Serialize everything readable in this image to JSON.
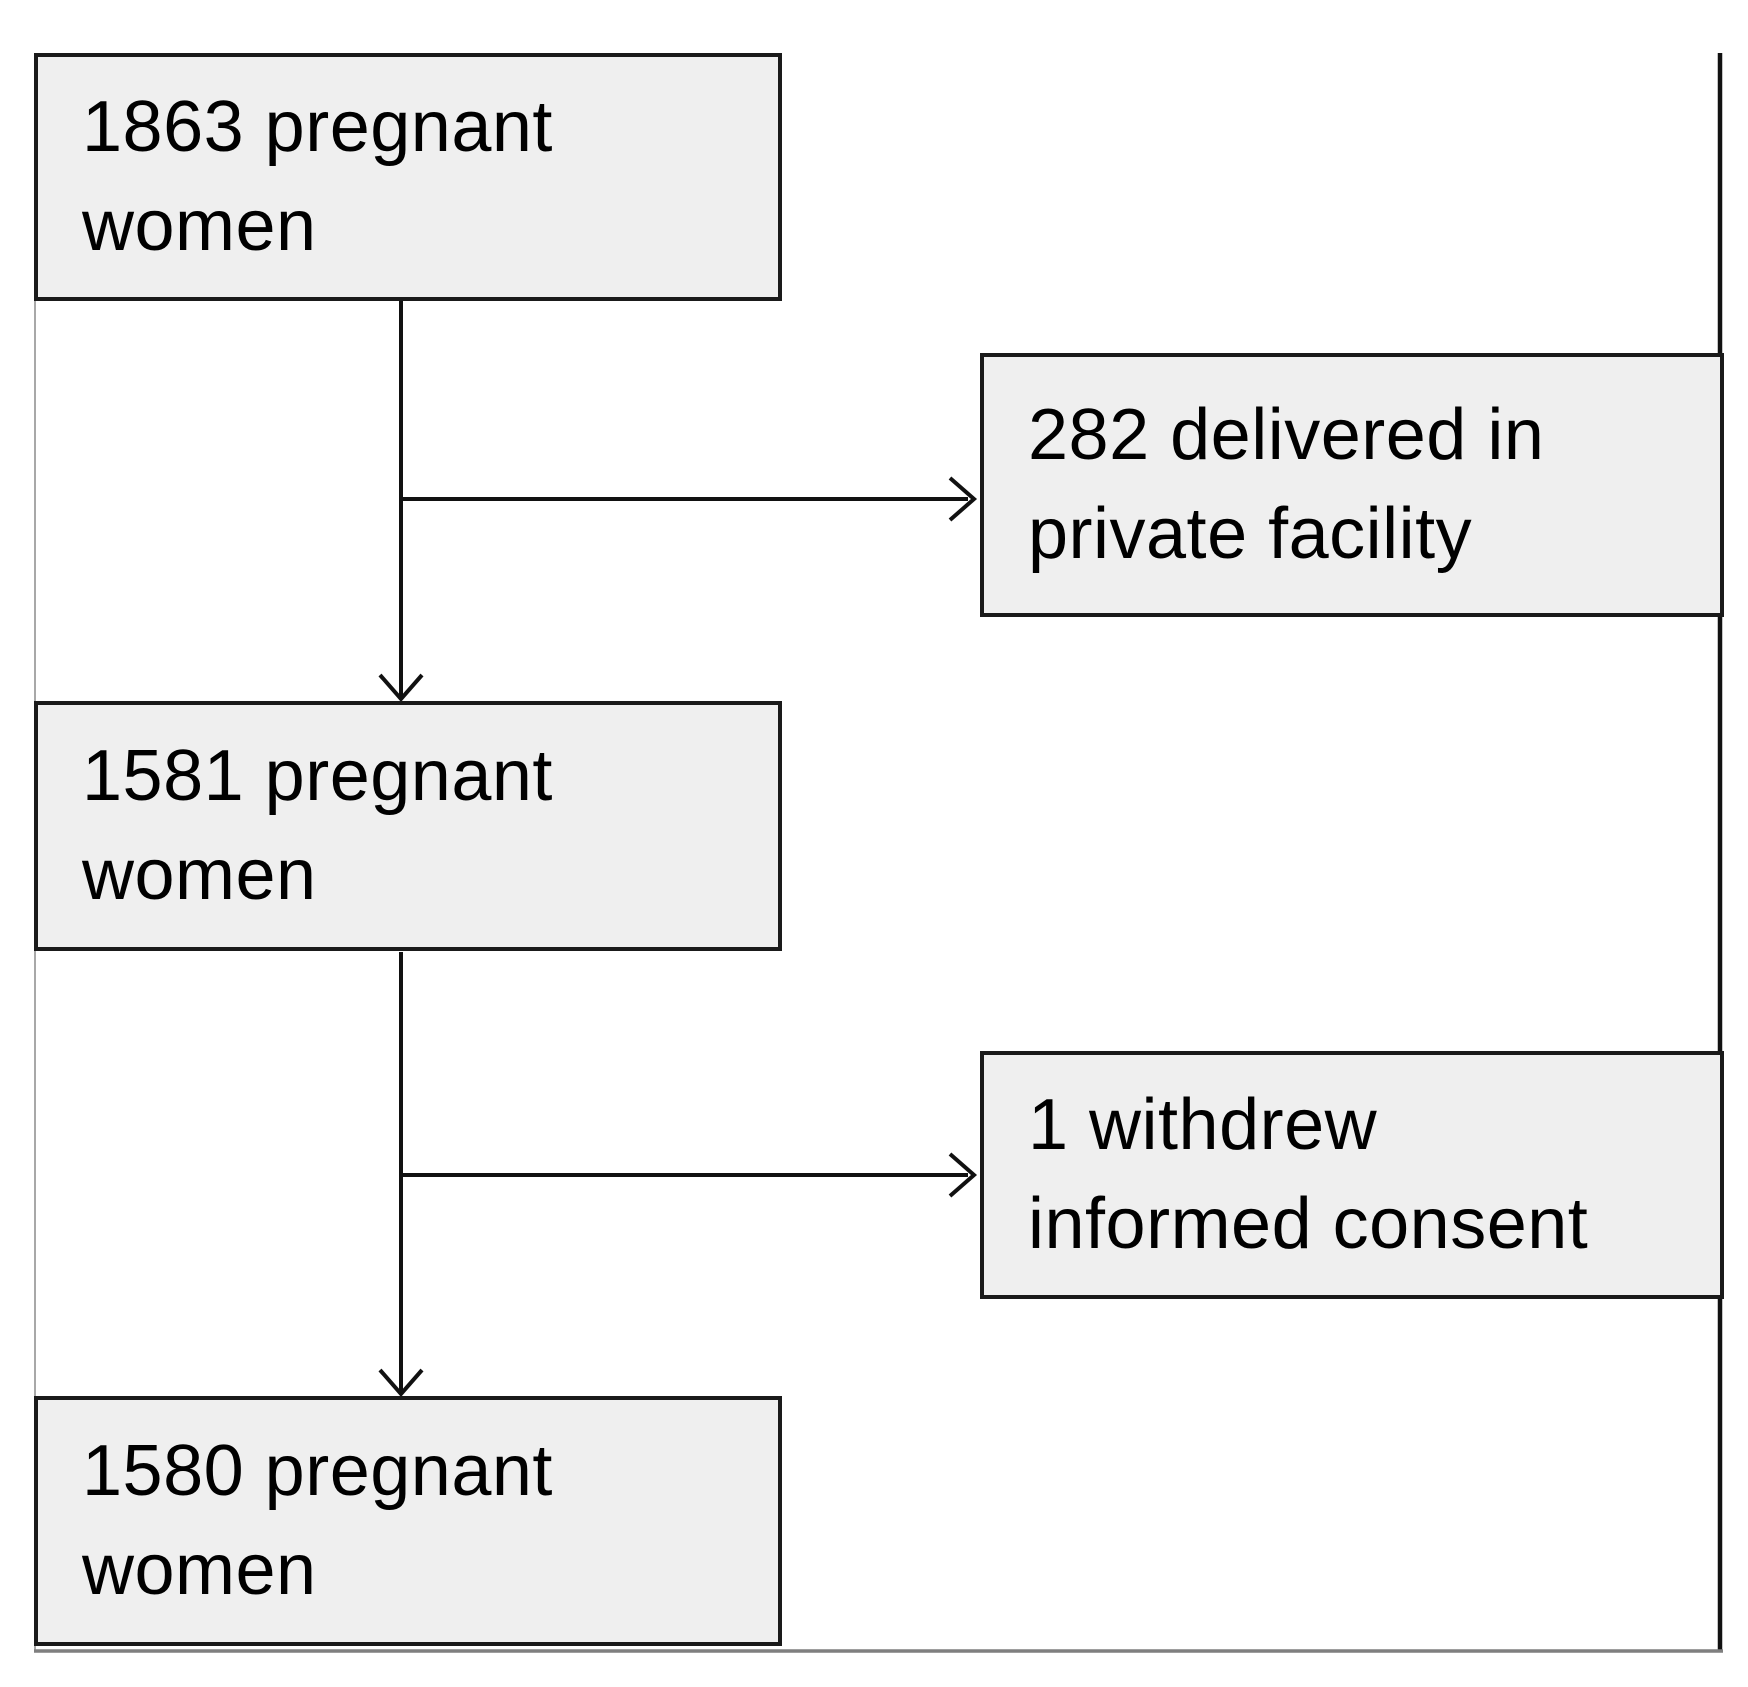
{
  "figure": {
    "type": "participant-flow-diagram",
    "background_color": "#ffffff",
    "box_fill_color": "#efefef",
    "box_border_color": "#1a1a1a",
    "connector_color": "#111111",
    "frame_right_color": "#111111",
    "frame_bottom_color": "#7f7f7f",
    "frame_left_color": "#a8a8a8",
    "text_color": "#000000"
  },
  "nodes": [
    {
      "id": "pregnant-women-1863",
      "count": "1863",
      "label": "1863 pregnant women",
      "lines": [
        "1863 pregnant",
        "women"
      ]
    },
    {
      "id": "delivered-private",
      "count": "282",
      "label": "282 delivered in private facility",
      "lines": [
        "282 delivered in",
        "private facility"
      ]
    },
    {
      "id": "pregnant-women-1581",
      "count": "1581",
      "label": "1581 pregnant women",
      "lines": [
        "1581 pregnant",
        "women"
      ]
    },
    {
      "id": "withdrew-consent",
      "count": "1",
      "label": "1 withdrew informed consent",
      "lines": [
        "1 withdrew",
        "informed consent"
      ]
    },
    {
      "id": "pregnant-women-1580",
      "count": "1580",
      "label": "1580 pregnant women",
      "lines": [
        "1580 pregnant",
        "women"
      ]
    }
  ],
  "edges": [
    {
      "from": "pregnant-women-1863",
      "to": "pregnant-women-1581",
      "direction": "down"
    },
    {
      "from": "pregnant-women-1863",
      "to": "delivered-private",
      "direction": "right"
    },
    {
      "from": "pregnant-women-1581",
      "to": "pregnant-women-1580",
      "direction": "down"
    },
    {
      "from": "pregnant-women-1581",
      "to": "withdrew-consent",
      "direction": "right"
    }
  ]
}
